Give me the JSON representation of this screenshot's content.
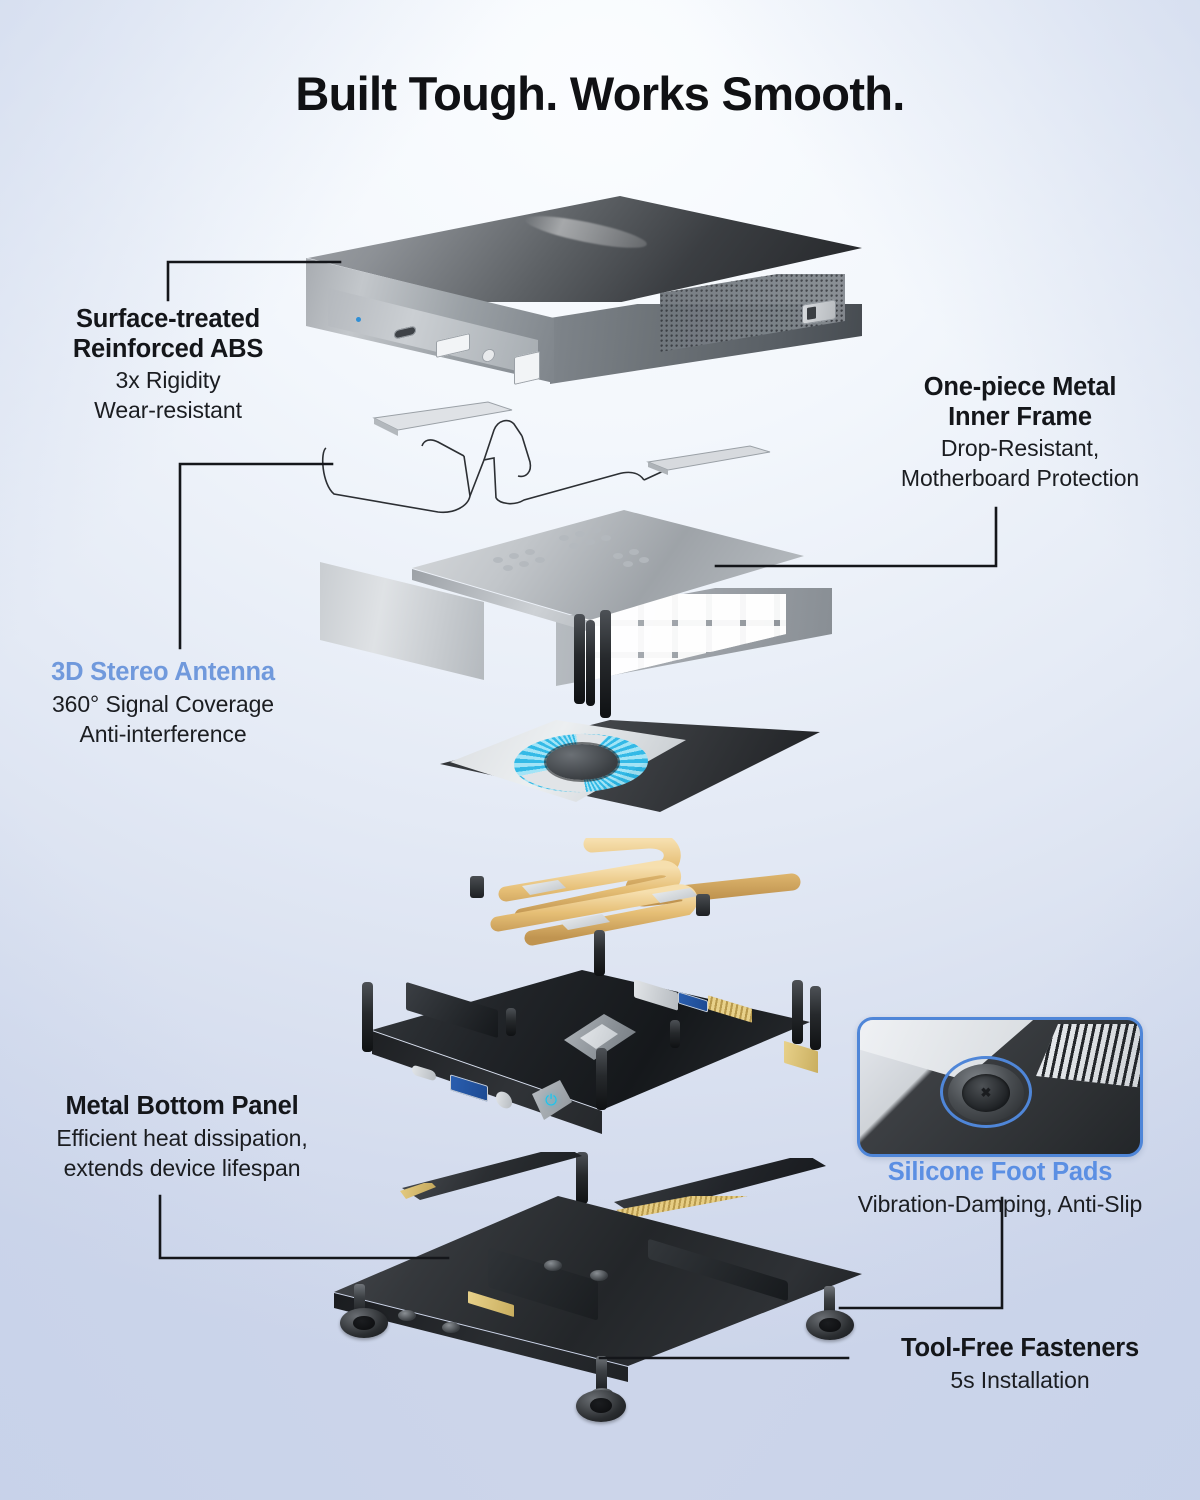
{
  "title": "Built Tough. Works Smooth.",
  "colors": {
    "accent_blue": "#7099dc",
    "accent_blue_bright": "#5b8fe3",
    "inset_border": "#4f86d8",
    "text_dark": "#14161a",
    "background_edge": "#ccd5ea",
    "background_center": "#fbfdff",
    "fan_blade_cyan": "#2ab7e6",
    "heatpipe_copper": "#e7c27c",
    "power_led_cyan": "#17c6f0"
  },
  "callouts": [
    {
      "id": "surface-treated-abs",
      "title": "Surface-treated\nReinforced ABS",
      "title_line1": "Surface-treated",
      "title_line2": "Reinforced ABS",
      "sub_line1": "3x Rigidity",
      "sub_line2": "Wear-resistant",
      "side": "left",
      "accent": false
    },
    {
      "id": "one-piece-metal-inner-frame",
      "title_line1": "One-piece Metal",
      "title_line2": "Inner Frame",
      "sub_line1": "Drop-Resistant,",
      "sub_line2": "Motherboard Protection",
      "side": "right",
      "accent": false
    },
    {
      "id": "3d-stereo-antenna",
      "title_line1": "3D Stereo Antenna",
      "title_line2": "",
      "sub_line1": "360° Signal Coverage",
      "sub_line2": "Anti-interference",
      "side": "left",
      "accent": true
    },
    {
      "id": "metal-bottom-panel",
      "title_line1": "Metal Bottom Panel",
      "title_line2": "",
      "sub_line1": "Efficient heat dissipation,",
      "sub_line2": "extends device lifespan",
      "side": "left",
      "accent": false
    },
    {
      "id": "silicone-foot-pads",
      "title_line1": "Silicone Foot Pads",
      "title_line2": "",
      "sub_line1": "Vibration-Damping, Anti-Slip",
      "sub_line2": "",
      "side": "right",
      "accent": true
    },
    {
      "id": "tool-free-fasteners",
      "title_line1": "Tool-Free Fasteners",
      "title_line2": "",
      "sub_line1": "5s Installation",
      "sub_line2": "",
      "side": "right",
      "accent": false
    }
  ],
  "inset": {
    "name": "foot-pad-closeup",
    "screw_glyph": "✖"
  },
  "device": {
    "power_icon_glyph": "⏻",
    "front_ports": [
      "usb-c-port",
      "usb-3-port",
      "audio-jack",
      "power-button",
      "sd-card-slot"
    ],
    "lock_slot": "kensington-lock-slot"
  },
  "parts": [
    {
      "id": "top-case",
      "name": "Surface-treated Reinforced ABS top case"
    },
    {
      "id": "antenna",
      "name": "3D stereo antenna wires"
    },
    {
      "id": "inner-frame",
      "name": "One-piece metal inner frame"
    },
    {
      "id": "cooling-fan",
      "name": "Cooling fan"
    },
    {
      "id": "heatsink",
      "name": "Copper heatpipe heatsink"
    },
    {
      "id": "motherboard",
      "name": "Motherboard"
    },
    {
      "id": "m2-ssd",
      "name": "M.2 NVMe SSD"
    },
    {
      "id": "ram-module",
      "name": "SO-DIMM memory module"
    },
    {
      "id": "bottom-panel",
      "name": "Metal bottom panel"
    },
    {
      "id": "foot-pads",
      "name": "Silicone foot pads"
    },
    {
      "id": "fasteners",
      "name": "Tool-free fasteners"
    }
  ]
}
